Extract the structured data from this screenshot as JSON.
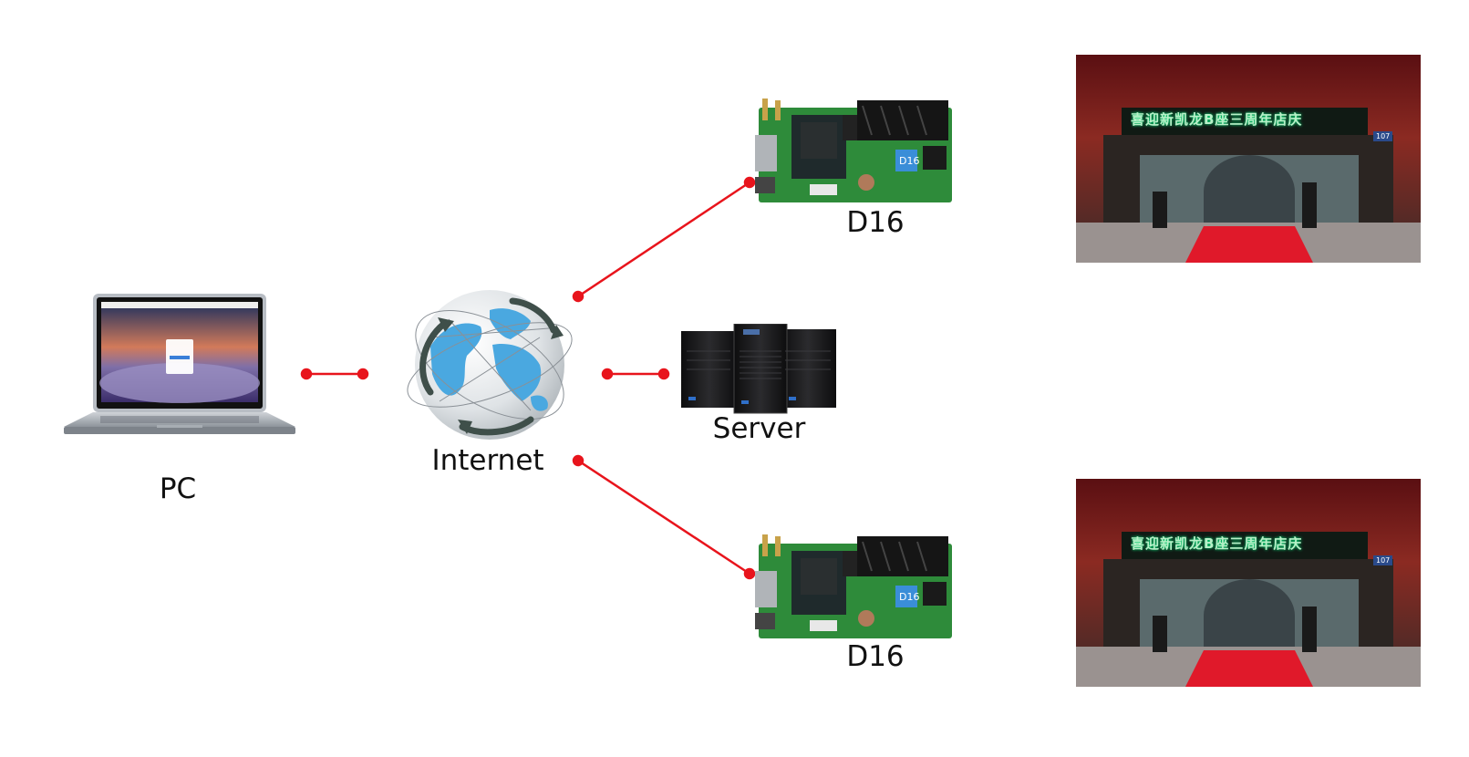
{
  "nodes": {
    "pc": {
      "label": "PC"
    },
    "internet": {
      "label": "Internet"
    },
    "server": {
      "label": "Server"
    },
    "controller_top": {
      "label": "D16",
      "chip_text": "D16"
    },
    "controller_bottom": {
      "label": "D16",
      "chip_text": "D16"
    }
  },
  "displays": {
    "top": {
      "sign_text": "喜迎新凯龙B座三周年店庆",
      "door_number": "107"
    },
    "bottom": {
      "sign_text": "喜迎新凯龙B座三周年店庆",
      "door_number": "107"
    }
  },
  "colors": {
    "connector": "#e8141c",
    "board": "#2e8b3a",
    "globe_land": "#4aa8e0",
    "server_body": "#1e1e20"
  }
}
